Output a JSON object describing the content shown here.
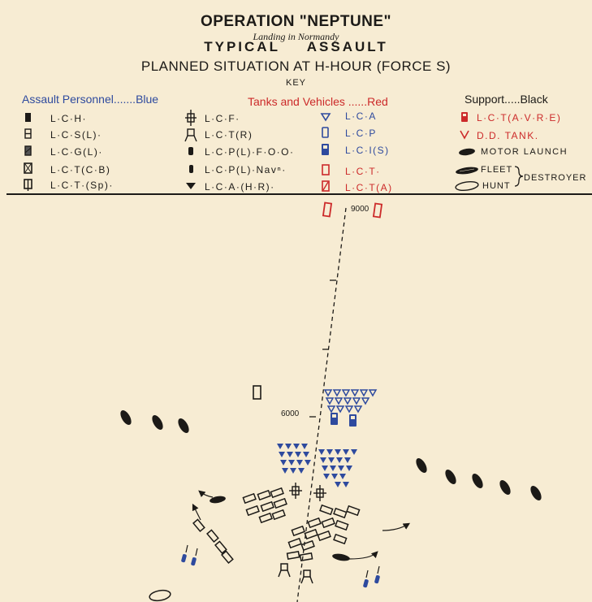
{
  "header": {
    "title": "OPERATION \"NEPTUNE\"",
    "subtitle": "Landing in Normandy",
    "title2": "TYPICAL ASSAULT",
    "title3": "PLANNED SITUATION AT H-HOUR (FORCE S)",
    "key_label": "KEY"
  },
  "key": {
    "categories": {
      "blue": "Assault Personnel.......Blue",
      "red": "Tanks and Vehicles ......Red",
      "black": "Support.....Black"
    },
    "col1": [
      "L·C·H·",
      "L·C·S(L)·",
      "L·C·G(L)·",
      "L·C·T(C·B)",
      "L·C·T·(Sp)·"
    ],
    "col2": [
      "L·C·F·",
      "L·C·T(R)",
      "L·C·P(L)·F·O·O·",
      "L·C·P(L)·Navⁿ·",
      "L·C·A·(H·R)·"
    ],
    "col3": [
      "L·C·A",
      "L·C·P",
      "L·C·I(S)",
      "L·C·T·",
      "L·C·T(A)"
    ],
    "col4": {
      "avre": "L·C·T(A·V·R·E)",
      "dd_tank": "D.D. TANK.",
      "motor_launch": "MOTOR LAUNCH",
      "fleet": "FLEET",
      "hunt": "HUNT",
      "destroyer": "DESTROYER"
    }
  },
  "map": {
    "range_9000": "9000",
    "range_6000": "6000"
  },
  "colors": {
    "background": "#f7ecd3",
    "blue": "#2e4a9e",
    "red": "#cc2a2a",
    "black": "#1c1a17"
  }
}
